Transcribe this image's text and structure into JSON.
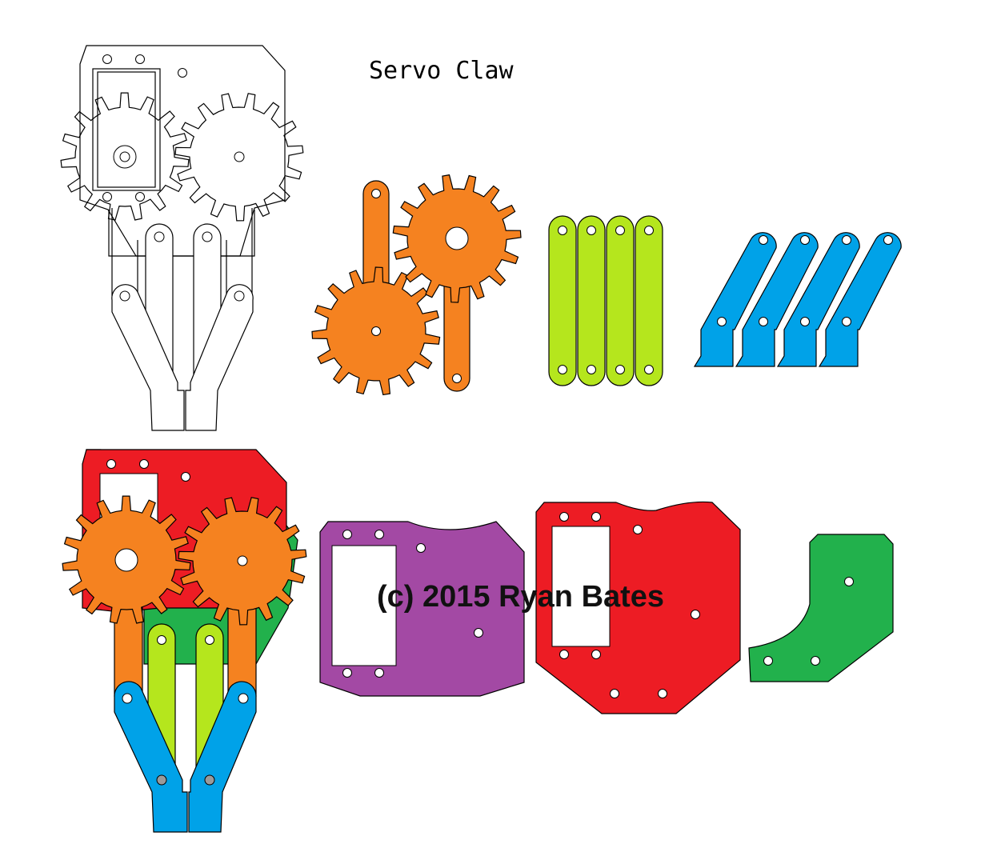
{
  "title": "Servo Claw",
  "watermark": "(c) 2015 Ryan Bates",
  "colors": {
    "gear": "#f58220",
    "link": "#b5e61d",
    "finger": "#00a2e8",
    "plate_red": "#ed1c24",
    "plate_purple": "#a349a4",
    "bracket_green": "#22b14c",
    "outline": "#000000",
    "pivot_pin": "#9a9a9a"
  },
  "parts": {
    "assembly_outline": "line-drawing-assembly",
    "gears": "gear-with-arm",
    "links": "straight-link",
    "fingers": "claw-finger",
    "plates": "mounting-plate",
    "bracket": "corner-bracket",
    "assembly_colored": "colored-assembly"
  }
}
